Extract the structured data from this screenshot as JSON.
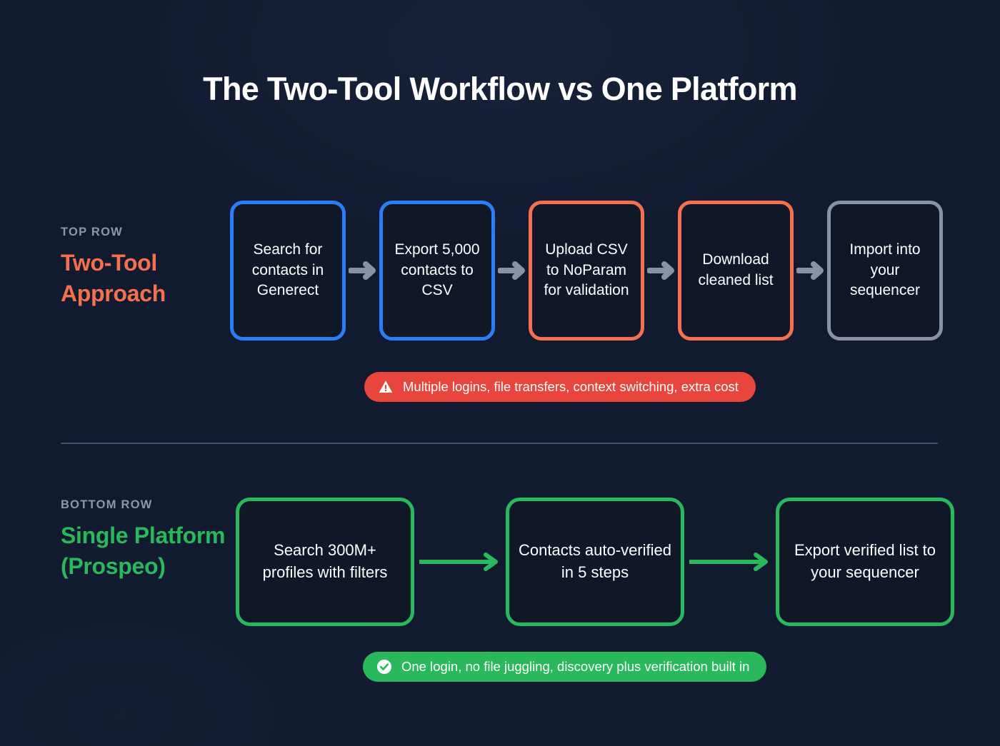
{
  "page": {
    "title": "The Two-Tool Workflow vs One Platform",
    "background_color": "#111a2e"
  },
  "colors": {
    "blue": "#2b7ef7",
    "orange": "#f4704f",
    "gray": "#8a93a6",
    "green": "#2ab85c",
    "warning_red": "#e8453c",
    "eyebrow_gray": "#8d97ab",
    "node_fill": "#101828"
  },
  "top_row": {
    "eyebrow": "TOP ROW",
    "headline": "Two-Tool Approach",
    "accent_color": "#f4704f",
    "nodes": [
      {
        "label": "Search for contacts in Generect",
        "color": "#2b7ef7",
        "style": "blue"
      },
      {
        "label": "Export 5,000 contacts to CSV",
        "color": "#2b7ef7",
        "style": "blue"
      },
      {
        "label": "Upload CSV to NoParam for validation",
        "color": "#f4704f",
        "style": "orange"
      },
      {
        "label": "Download cleaned list",
        "color": "#f4704f",
        "style": "orange"
      },
      {
        "label": "Import into your sequencer",
        "color": "#8a93a6",
        "style": "gray"
      }
    ],
    "arrow_icon": "arrow-right-icon",
    "arrow_color": "#8a93a6",
    "pill": {
      "icon": "warning-triangle-icon",
      "text": "Multiple logins, file transfers, context switching, extra cost",
      "color": "#e8453c"
    }
  },
  "bottom_row": {
    "eyebrow": "BOTTOM ROW",
    "headline": "Single Platform (Prospeo)",
    "accent_color": "#2ab85c",
    "nodes": [
      {
        "label": "Search 300M+ profiles with filters",
        "color": "#2ab85c",
        "style": "green"
      },
      {
        "label": "Contacts auto-verified in 5 steps",
        "color": "#2ab85c",
        "style": "green"
      },
      {
        "label": "Export verified list to your sequencer",
        "color": "#2ab85c",
        "style": "green"
      }
    ],
    "arrow_icon": "arrow-right-icon",
    "arrow_color": "#2ab85c",
    "pill": {
      "icon": "check-circle-icon",
      "text": "One login, no file juggling, discovery plus verification built in",
      "color": "#2ab85c"
    }
  }
}
